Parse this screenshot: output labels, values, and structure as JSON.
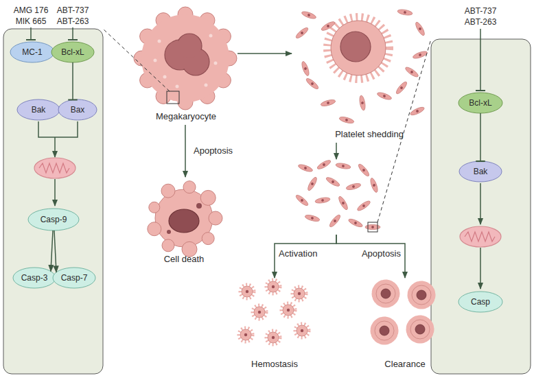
{
  "diagram": {
    "nodes": [
      {
        "text": [
          "MC-1"
        ]
      },
      {
        "text": [
          "Bcl-xL"
        ]
      },
      {
        "text": [
          "Bak"
        ]
      },
      {
        "text": [
          "Bax"
        ]
      },
      {
        "text": [
          "Casp-9"
        ]
      },
      {
        "text": [
          "Casp-3"
        ]
      },
      {
        "text": [
          "Casp-7"
        ]
      },
      {
        "text": [
          "Megakaryocyte"
        ]
      },
      {
        "text": [
          "Platelet shedding"
        ]
      },
      {
        "text": [
          "Cell death"
        ]
      },
      {
        "text": [
          "Hemostasis"
        ]
      },
      {
        "text": [
          "Clearance"
        ]
      },
      {
        "text": [
          "Bcl-xL"
        ]
      },
      {
        "text": [
          "Bak"
        ]
      },
      {
        "text": [
          "Casp"
        ]
      }
    ],
    "edges": [
      {
        "from": 1,
        "to": 3,
        "arrow": "to"
      },
      {
        "from": 4,
        "to": 5,
        "arrow": "to"
      },
      {
        "from": 4,
        "to": 6,
        "arrow": "to"
      },
      {
        "from": 7,
        "to": 8,
        "arrow": "to"
      },
      {
        "from": 7,
        "to": 9,
        "label": "Apoptosis",
        "arrow": "to"
      },
      {
        "from": 8,
        "to": 10,
        "label": "Activation",
        "arrow": "to"
      },
      {
        "from": 8,
        "to": 11,
        "label": "Apoptosis",
        "arrow": "to"
      },
      {
        "from": 12,
        "to": 13,
        "arrow": "to"
      }
    ],
    "labels": [
      "AMG 176",
      "MIK 665",
      "ABT-737",
      "ABT-263",
      "ABT-737",
      "ABT-263"
    ]
  }
}
